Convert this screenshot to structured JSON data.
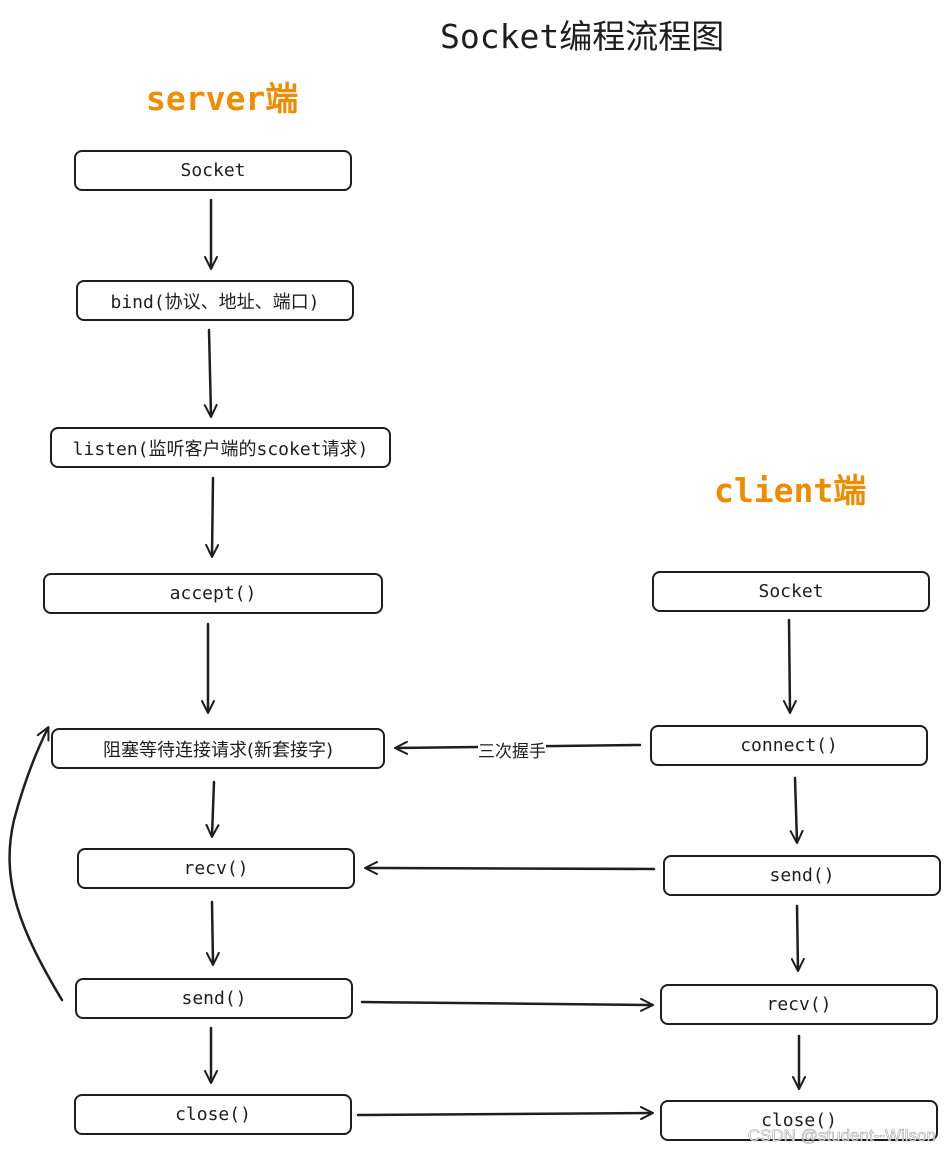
{
  "title": "Socket编程流程图",
  "server_label": "server端",
  "client_label": "client端",
  "server_nodes": [
    "Socket",
    "bind(协议、地址、端口)",
    "listen(监听客户端的scoket请求)",
    "accept()",
    "阻塞等待连接请求(新套接字)",
    "recv()",
    "send()",
    "close()"
  ],
  "client_nodes": [
    "Socket",
    "connect()",
    "send()",
    "recv()",
    "close()"
  ],
  "edge_labels": {
    "handshake": "三次握手"
  },
  "watermark": "CSDN @student--Wilson",
  "colors": {
    "accent": "#f08c00",
    "stroke": "#1e1e1e"
  }
}
